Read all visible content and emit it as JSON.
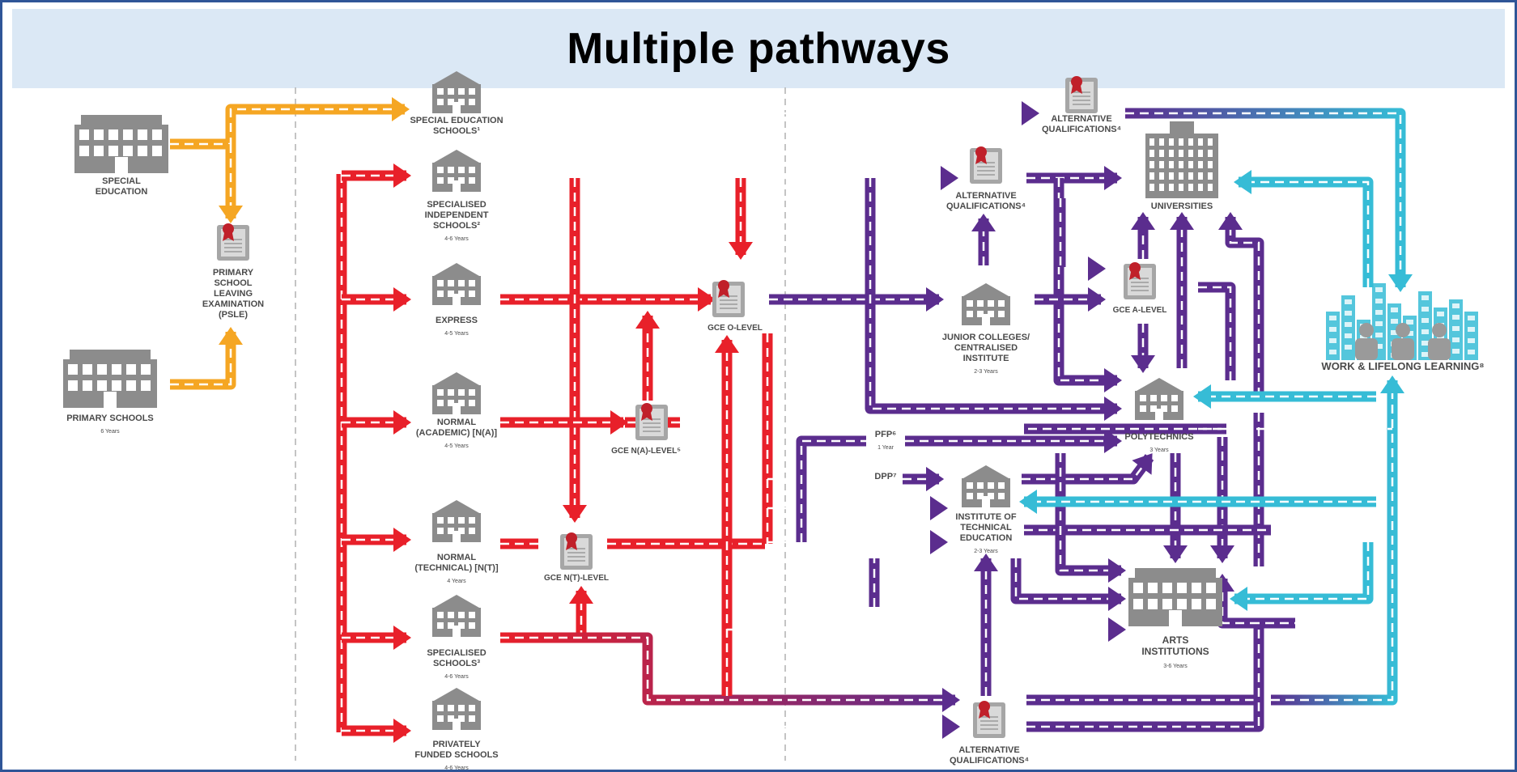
{
  "title": "Multiple pathways",
  "colors": {
    "orange": "#f5a623",
    "red": "#e8202a",
    "purple": "#5b2d8e",
    "cyan": "#36bcd6",
    "icon": "#8c8c8c",
    "border": "#2f5597",
    "title_bg": "#dbe8f5"
  },
  "nodes": {
    "special_education": {
      "label": [
        "SPECIAL",
        "EDUCATION"
      ],
      "sub": ""
    },
    "primary_schools": {
      "label": [
        "PRIMARY SCHOOLS"
      ],
      "sub": "6 Years"
    },
    "psle": {
      "label": [
        "PRIMARY",
        "SCHOOL",
        "LEAVING",
        "EXAMINATION",
        "(PSLE)"
      ],
      "sub": ""
    },
    "special_education_schools": {
      "label": [
        "SPECIAL EDUCATION",
        "SCHOOLS¹"
      ],
      "sub": ""
    },
    "specialised_independent": {
      "label": [
        "SPECIALISED",
        "INDEPENDENT",
        "SCHOOLS²"
      ],
      "sub": "4-6 Years"
    },
    "express": {
      "label": [
        "EXPRESS"
      ],
      "sub": "4-5 Years"
    },
    "normal_academic": {
      "label": [
        "NORMAL",
        "(ACADEMIC) [N(A)]"
      ],
      "sub": "4-5 Years"
    },
    "normal_technical": {
      "label": [
        "NORMAL",
        "(TECHNICAL) [N(T)]"
      ],
      "sub": "4 Years"
    },
    "specialised_schools": {
      "label": [
        "SPECIALISED",
        "SCHOOLS³"
      ],
      "sub": "4-6 Years"
    },
    "privately_funded": {
      "label": [
        "PRIVATELY",
        "FUNDED SCHOOLS"
      ],
      "sub": "4-6 Years"
    },
    "gce_o_level": {
      "label": [
        "GCE O-LEVEL"
      ],
      "sub": ""
    },
    "gce_na_level": {
      "label": [
        "GCE N(A)-LEVEL⁵"
      ],
      "sub": ""
    },
    "gce_nt_level": {
      "label": [
        "GCE N(T)-LEVEL"
      ],
      "sub": ""
    },
    "alt_qual_top": {
      "label": [
        "ALTERNATIVE",
        "QUALIFICATIONS⁴"
      ],
      "sub": ""
    },
    "alt_qual_mid": {
      "label": [
        "ALTERNATIVE",
        "QUALIFICATIONS⁴"
      ],
      "sub": ""
    },
    "alt_qual_bottom": {
      "label": [
        "ALTERNATIVE",
        "QUALIFICATIONS⁴"
      ],
      "sub": ""
    },
    "junior_colleges": {
      "label": [
        "JUNIOR COLLEGES/",
        "CENTRALISED",
        "INSTITUTE"
      ],
      "sub": "2-3 Years"
    },
    "gce_a_level": {
      "label": [
        "GCE A-LEVEL"
      ],
      "sub": ""
    },
    "pfp": {
      "label": [
        "PFP⁶"
      ],
      "sub": "1 Year"
    },
    "dpp": {
      "label": [
        "DPP⁷"
      ],
      "sub": ""
    },
    "ite": {
      "label": [
        "INSTITUTE OF",
        "TECHNICAL",
        "EDUCATION"
      ],
      "sub": "2-3 Years"
    },
    "universities": {
      "label": [
        "UNIVERSITIES"
      ],
      "sub": ""
    },
    "polytechnics": {
      "label": [
        "POLYTECHNICS"
      ],
      "sub": "3 Years"
    },
    "arts_institutions": {
      "label": [
        "ARTS",
        "INSTITUTIONS"
      ],
      "sub": "3-6 Years"
    },
    "work": {
      "label": [
        "WORK & LIFELONG LEARNING⁸"
      ],
      "sub": ""
    }
  }
}
